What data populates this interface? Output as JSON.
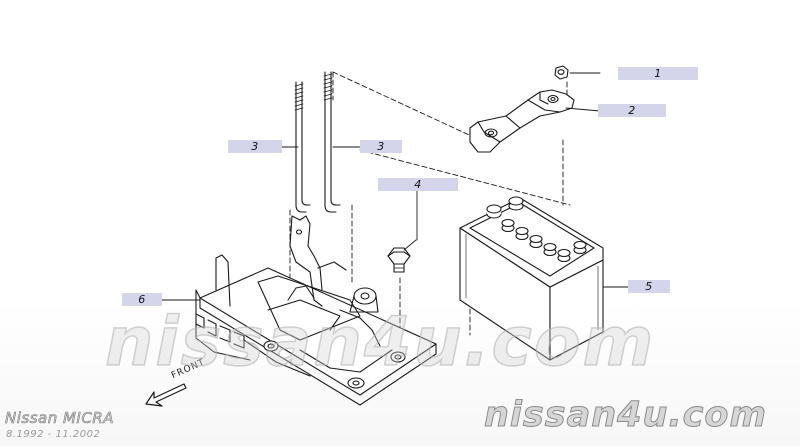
{
  "callouts": [
    {
      "id": "callout-1",
      "label": "1"
    },
    {
      "id": "callout-2",
      "label": "2"
    },
    {
      "id": "callout-3a",
      "label": "3"
    },
    {
      "id": "callout-3b",
      "label": "3"
    },
    {
      "id": "callout-4",
      "label": "4"
    },
    {
      "id": "callout-5",
      "label": "5"
    },
    {
      "id": "callout-6",
      "label": "6"
    }
  ],
  "direction_label": "FRONT",
  "footer": {
    "model": "Nissan MICRA",
    "dates": "8.1992 - 11.2002",
    "site": "nissan4u.com"
  },
  "watermark": "nissan4u.com",
  "colors": {
    "callout_fill": "#d4d4ea",
    "line": "#1a1a1a",
    "watermark": "#d2d2d2"
  }
}
